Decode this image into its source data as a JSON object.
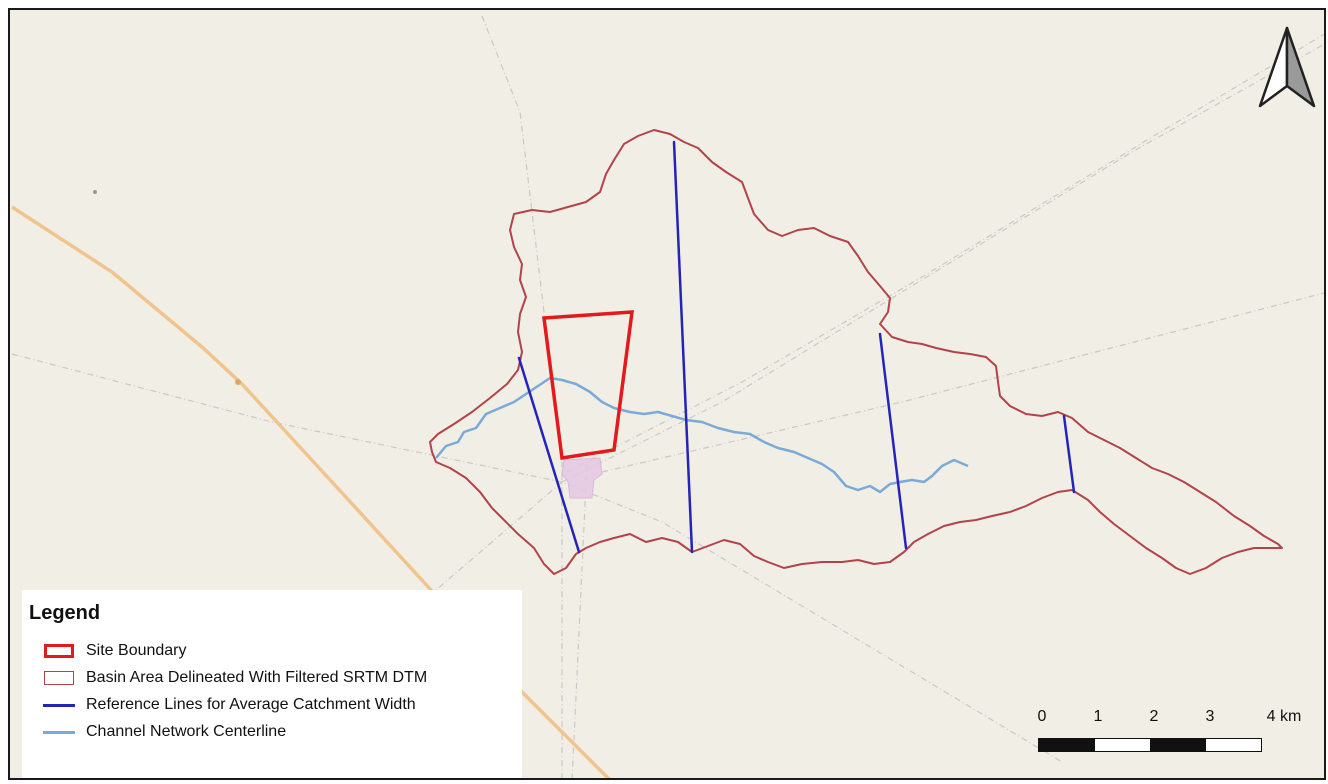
{
  "legend": {
    "title": "Legend",
    "items": [
      {
        "label": "Site Boundary",
        "symbol": "polygon-outline-thick",
        "color": "#e31a1c"
      },
      {
        "label": "Basin Area Delineated With Filtered SRTM DTM",
        "symbol": "polygon-outline-thin",
        "color": "#b2434a"
      },
      {
        "label": "Reference Lines for Average Catchment Width",
        "symbol": "line",
        "color": "#2424b8"
      },
      {
        "label": "Channel Network Centerline",
        "symbol": "line",
        "color": "#7aaad8"
      }
    ]
  },
  "scale_bar": {
    "labels": [
      "0",
      "1",
      "2",
      "3",
      "4 km"
    ],
    "segment_colors": [
      "#111111",
      "#ffffff",
      "#111111",
      "#ffffff"
    ]
  },
  "north_arrow": {
    "icon": "north-arrow-icon"
  },
  "colors": {
    "background": "#f1eee6",
    "site_boundary": "#e31a1c",
    "basin_outline": "#b2434a",
    "reference_lines": "#2424b8",
    "channel": "#7aaad8",
    "road": "#f0c48c",
    "tracks": "#c7c7c7"
  }
}
